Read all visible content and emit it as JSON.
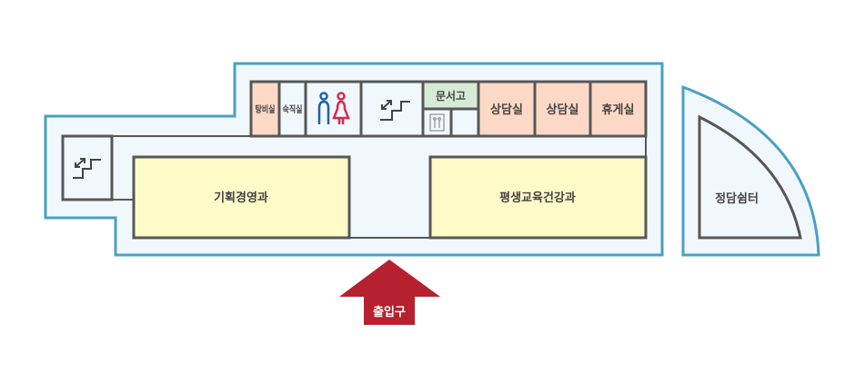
{
  "colors": {
    "outline": "#4aa0c4",
    "floor": "#f1f8fd",
    "wall": "#575757",
    "office": "#fffbc9",
    "peach": "#fcd9c6",
    "archive": "#d6ebd6",
    "entrance": "#b5212e",
    "male": "#1f5fb0",
    "female": "#e0254a"
  },
  "rooms": {
    "pantry": "탕비실",
    "duty_room": "숙직실",
    "restroom_icon": "restroom-icon",
    "stairs_icon": "stairs-icon",
    "archive": "문서고",
    "elevator_icon": "elevator-icon",
    "counsel_1": "상담실",
    "counsel_2": "상담실",
    "lounge": "휴게실",
    "planning": "기획경영과",
    "education": "평생교육건강과",
    "shelter": "정담쉼터"
  },
  "entrance": {
    "label": "출입구",
    "icon": "arrow-up-icon"
  }
}
